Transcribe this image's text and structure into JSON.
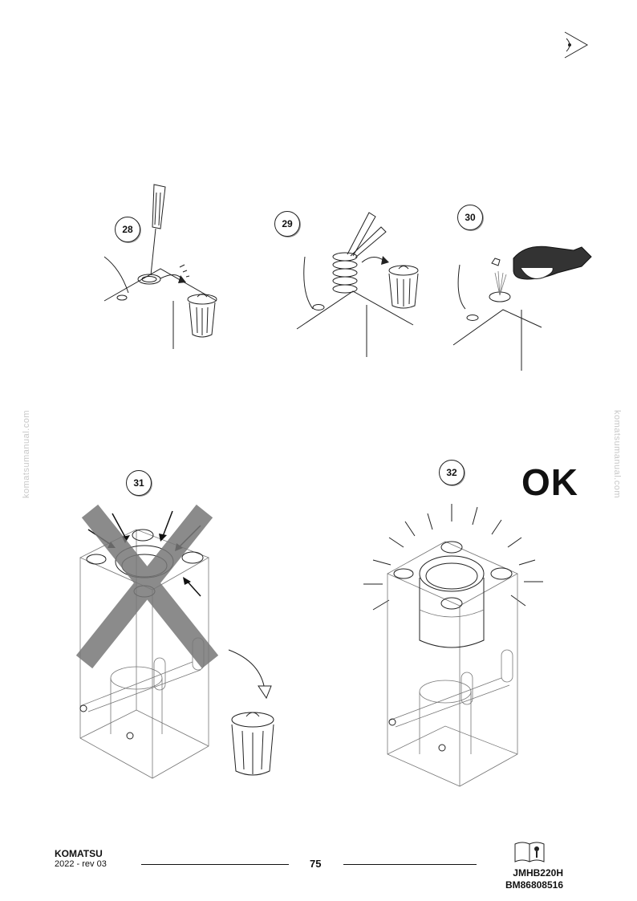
{
  "steps": [
    {
      "number": "28"
    },
    {
      "number": "29"
    },
    {
      "number": "30"
    },
    {
      "number": "31"
    },
    {
      "number": "32"
    }
  ],
  "ok_label": "OK",
  "watermark": "komatsumanual.com",
  "footer": {
    "brand": "KOMATSU",
    "revision": "2022 -  rev 03",
    "page_number": "75",
    "model_code": "JMHB220H",
    "document_code": "BM86808516"
  },
  "icons": [
    "eye-icon",
    "manual-book-icon",
    "trash-bin-icon",
    "screwdriver-icon",
    "pliers-icon",
    "hand-cloth-icon"
  ]
}
